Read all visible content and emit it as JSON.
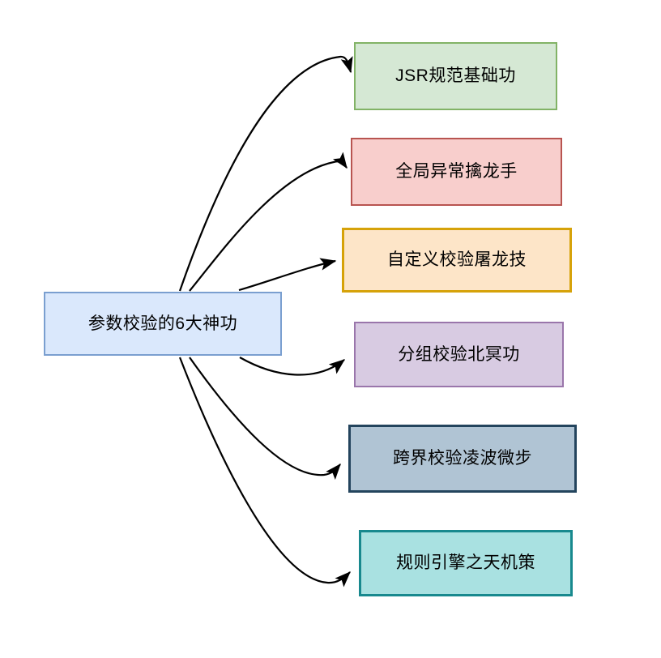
{
  "diagram": {
    "type": "mindmap-flowchart",
    "title_node": {
      "id": "source",
      "label": "参数校验的6大神功",
      "fill": "#dae8fc",
      "stroke": "#7a9fd0"
    },
    "branches": [
      {
        "id": "jsr",
        "label": "JSR规范基础功",
        "fill": "#d5e8d4",
        "stroke": "#82b366"
      },
      {
        "id": "global-exception",
        "label": "全局异常擒龙手",
        "fill": "#f8cecc",
        "stroke": "#b85450"
      },
      {
        "id": "custom-validation",
        "label": "自定义校验屠龙技",
        "fill": "#fde5c8",
        "stroke": "#d6a209"
      },
      {
        "id": "group-validation",
        "label": "分组校验北冥功",
        "fill": "#d8cbe2",
        "stroke": "#9a76ab"
      },
      {
        "id": "cross-field",
        "label": "跨界校验凌波微步",
        "fill": "#b0c4d4",
        "stroke": "#23445d"
      },
      {
        "id": "rule-engine",
        "label": "规则引擎之天机策",
        "fill": "#a9e1e1",
        "stroke": "#18898e"
      }
    ],
    "edges": [
      {
        "from": "source",
        "to": "jsr"
      },
      {
        "from": "source",
        "to": "global-exception"
      },
      {
        "from": "source",
        "to": "custom-validation"
      },
      {
        "from": "source",
        "to": "group-validation"
      },
      {
        "from": "source",
        "to": "cross-field"
      },
      {
        "from": "source",
        "to": "rule-engine"
      }
    ],
    "edge_color": "#000000"
  }
}
